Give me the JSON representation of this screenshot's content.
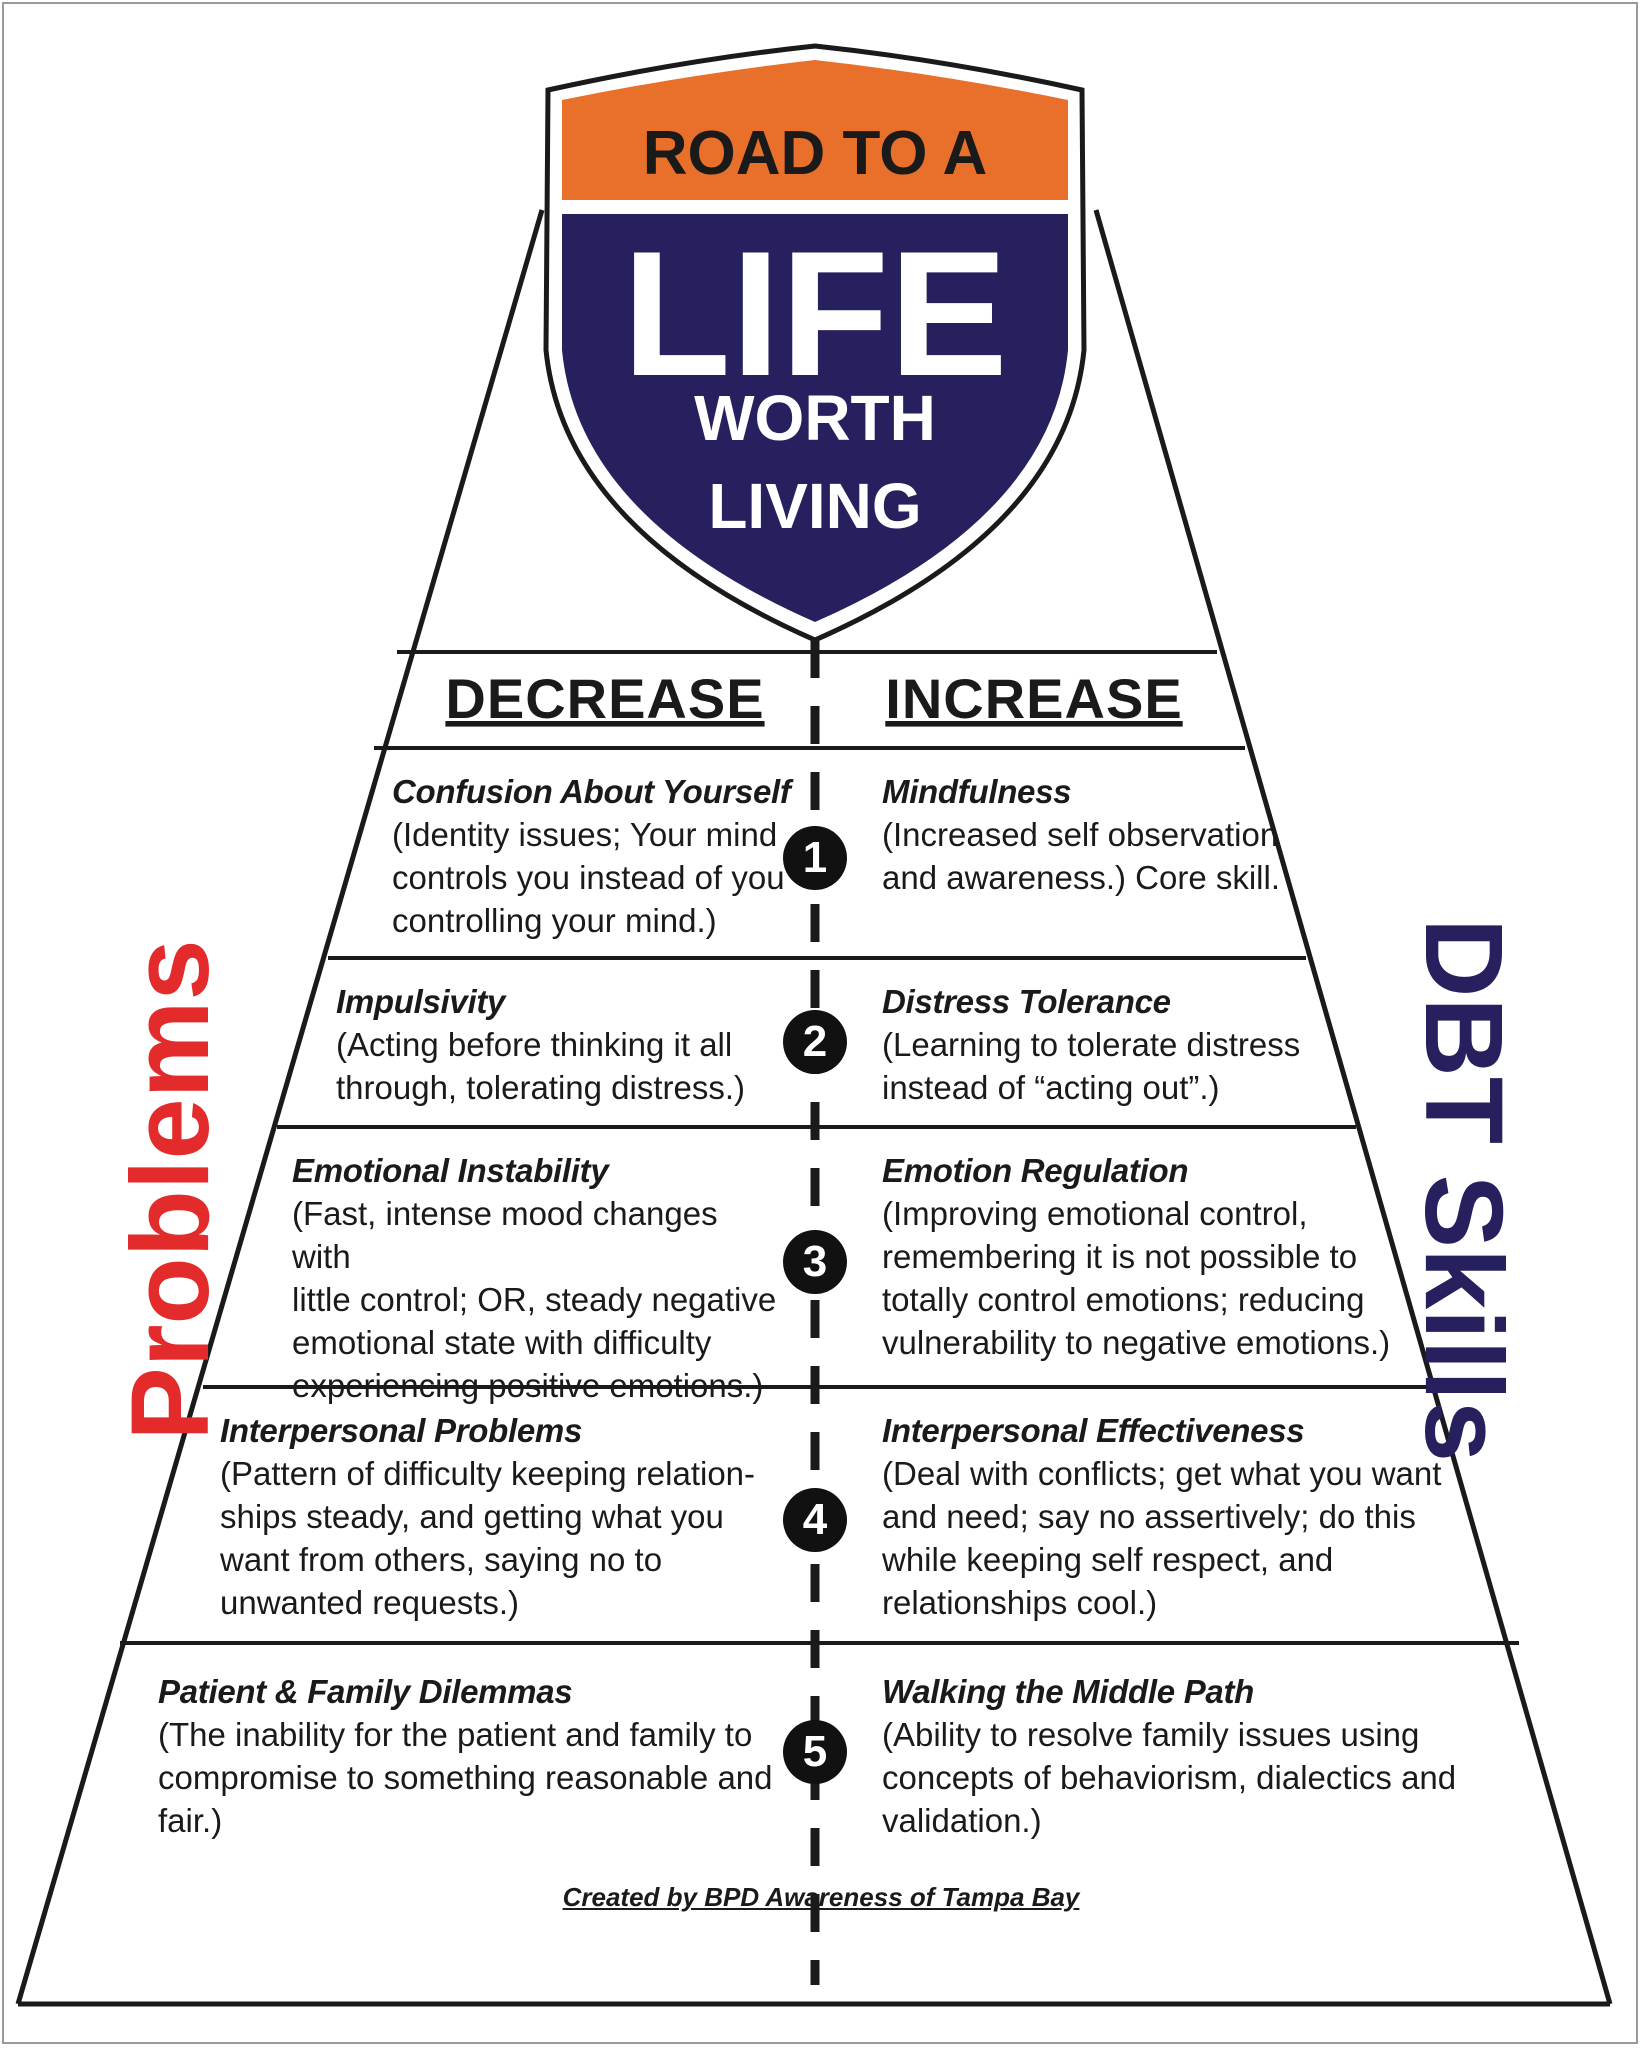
{
  "shield": {
    "line1": "ROAD TO A",
    "line2": "LIFE",
    "line3": "WORTH",
    "line4": "LIVING",
    "colors": {
      "top": "#E8702A",
      "bottom": "#27205E",
      "outline": "#1a1a1a"
    }
  },
  "headers": {
    "left": "DECREASE",
    "right": "INCREASE"
  },
  "side_labels": {
    "left": {
      "text": "Problems",
      "color": "#E32B2B"
    },
    "right": {
      "text": "DBT Skills",
      "color": "#27205E"
    }
  },
  "levels": [
    {
      "number": "1",
      "problem": {
        "title": "Confusion About Yourself",
        "lines": [
          "(Identity issues; Your mind",
          "controls you instead of you",
          "controlling your mind.)"
        ]
      },
      "skill": {
        "title": "Mindfulness",
        "lines": [
          "(Increased self observation",
          "and awareness.) Core skill."
        ]
      }
    },
    {
      "number": "2",
      "problem": {
        "title": "Impulsivity",
        "lines": [
          "(Acting before thinking it all",
          "through, tolerating distress.)"
        ]
      },
      "skill": {
        "title": "Distress Tolerance",
        "lines": [
          "(Learning to tolerate distress",
          "instead of “acting out”.)"
        ]
      }
    },
    {
      "number": "3",
      "problem": {
        "title": "Emotional Instability",
        "lines": [
          "(Fast, intense mood changes with",
          "little control; OR, steady negative",
          "emotional state with difficulty",
          "experiencing positive emotions.)"
        ]
      },
      "skill": {
        "title": "Emotion Regulation",
        "lines": [
          "(Improving emotional control,",
          "remembering it is not possible to",
          "totally control emotions; reducing",
          "vulnerability to negative emotions.)"
        ]
      }
    },
    {
      "number": "4",
      "problem": {
        "title": "Interpersonal Problems",
        "lines": [
          "(Pattern of difficulty keeping relation-",
          "ships steady, and getting what you",
          "want from others, saying no to",
          "unwanted requests.)"
        ]
      },
      "skill": {
        "title": "Interpersonal Effectiveness",
        "lines": [
          "(Deal with conflicts; get what you want",
          "and need; say no assertively; do this",
          "while keeping self respect, and",
          "relationships cool.)"
        ]
      }
    },
    {
      "number": "5",
      "problem": {
        "title": "Patient & Family Dilemmas",
        "lines": [
          "(The inability for the patient and family to",
          "compromise to something reasonable and",
          "fair.)"
        ]
      },
      "skill": {
        "title": "Walking the Middle Path",
        "lines": [
          "(Ability to resolve family issues using",
          "concepts of behaviorism, dialectics and",
          "validation.)"
        ]
      }
    }
  ],
  "credit": "Created by BPD Awareness of Tampa Bay"
}
